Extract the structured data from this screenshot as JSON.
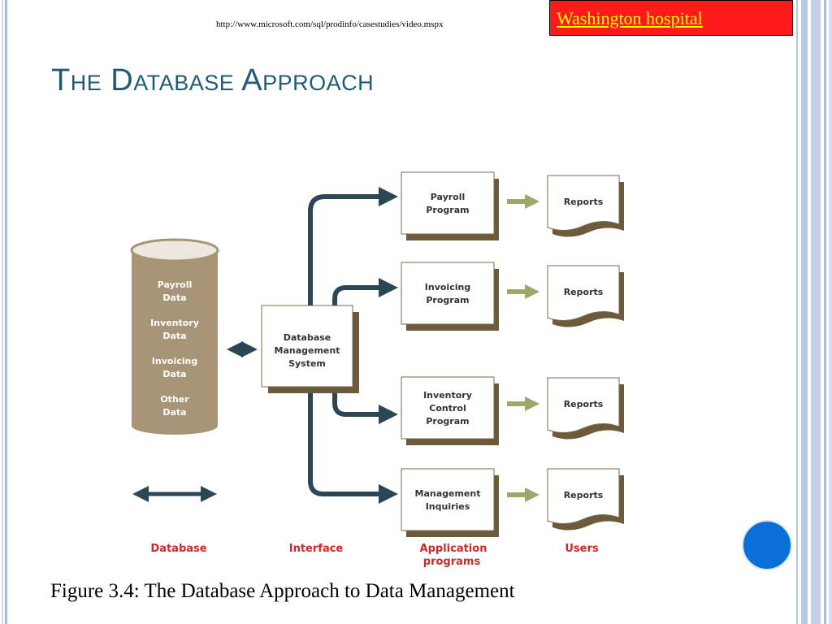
{
  "header": {
    "url": "http://www.microsoft.com/sql/prodinfo/casestudies/video.mspx",
    "hospital_link": "Washington hospital",
    "title": "The Database Approach"
  },
  "diagram": {
    "database": {
      "items": [
        [
          "Payroll",
          "Data"
        ],
        [
          "Inventory",
          "Data"
        ],
        [
          "Invoicing",
          "Data"
        ],
        [
          "Other",
          "Data"
        ]
      ]
    },
    "dbms": [
      "Database",
      "Management",
      "System"
    ],
    "programs": [
      [
        "Payroll",
        "Program"
      ],
      [
        "Invoicing",
        "Program"
      ],
      [
        "Inventory",
        "Control",
        "Program"
      ],
      [
        "Management",
        "Inquiries"
      ]
    ],
    "report_label": "Reports",
    "column_labels": {
      "database": "Database",
      "interface": "Interface",
      "application": [
        "Application",
        "programs"
      ],
      "users": "Users"
    },
    "colors": {
      "cylinder": "#a89477",
      "cylinder_top": "#ede8dd",
      "box_shadow": "#6c5a3a",
      "arrow_dark": "#2c4656",
      "arrow_green": "#9ca86a",
      "label_red": "#cc2b2b"
    }
  },
  "caption": "Figure 3.4: The Database Approach to Data Management"
}
